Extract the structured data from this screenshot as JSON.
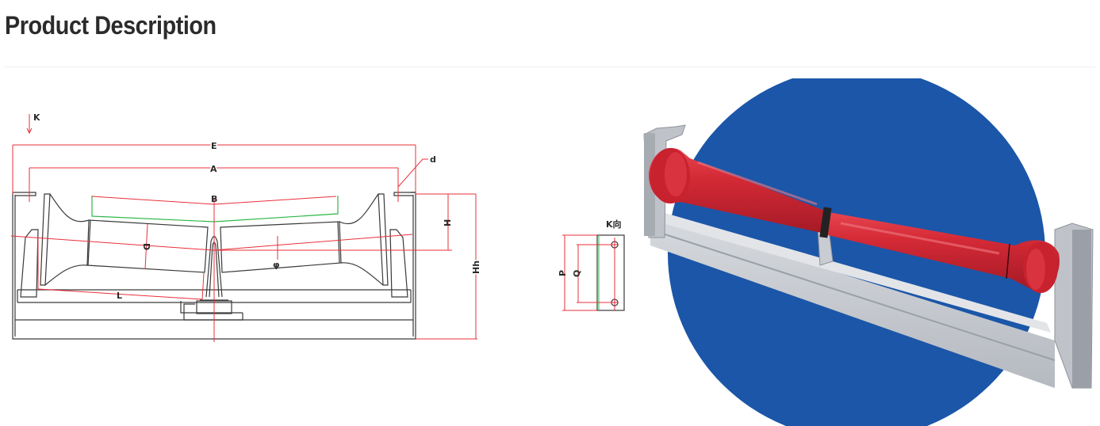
{
  "section": {
    "title": "Product Description"
  },
  "drawing": {
    "labels": {
      "view_arrow": "K",
      "overall_length": "E",
      "mounting_distance": "A",
      "belt_width": "B",
      "hole_diameter": "d",
      "roller_diameter": "D",
      "roller_length": "L",
      "height": "H",
      "total_height": "Hh",
      "trough_angle": "φ"
    },
    "colors": {
      "dimension": "#e8303a",
      "outline": "#3a3a3a",
      "belt_line": "#2eb84a"
    }
  },
  "k_view": {
    "title": "K向",
    "labels": {
      "outer_spacing": "P",
      "hole_spacing": "Q"
    }
  },
  "photo": {
    "subject": "troughing-idler-with-red-rollers",
    "colors": {
      "circle": "#1b56a8",
      "roller": "#d42a36",
      "frame": "#c9ccd2"
    }
  }
}
